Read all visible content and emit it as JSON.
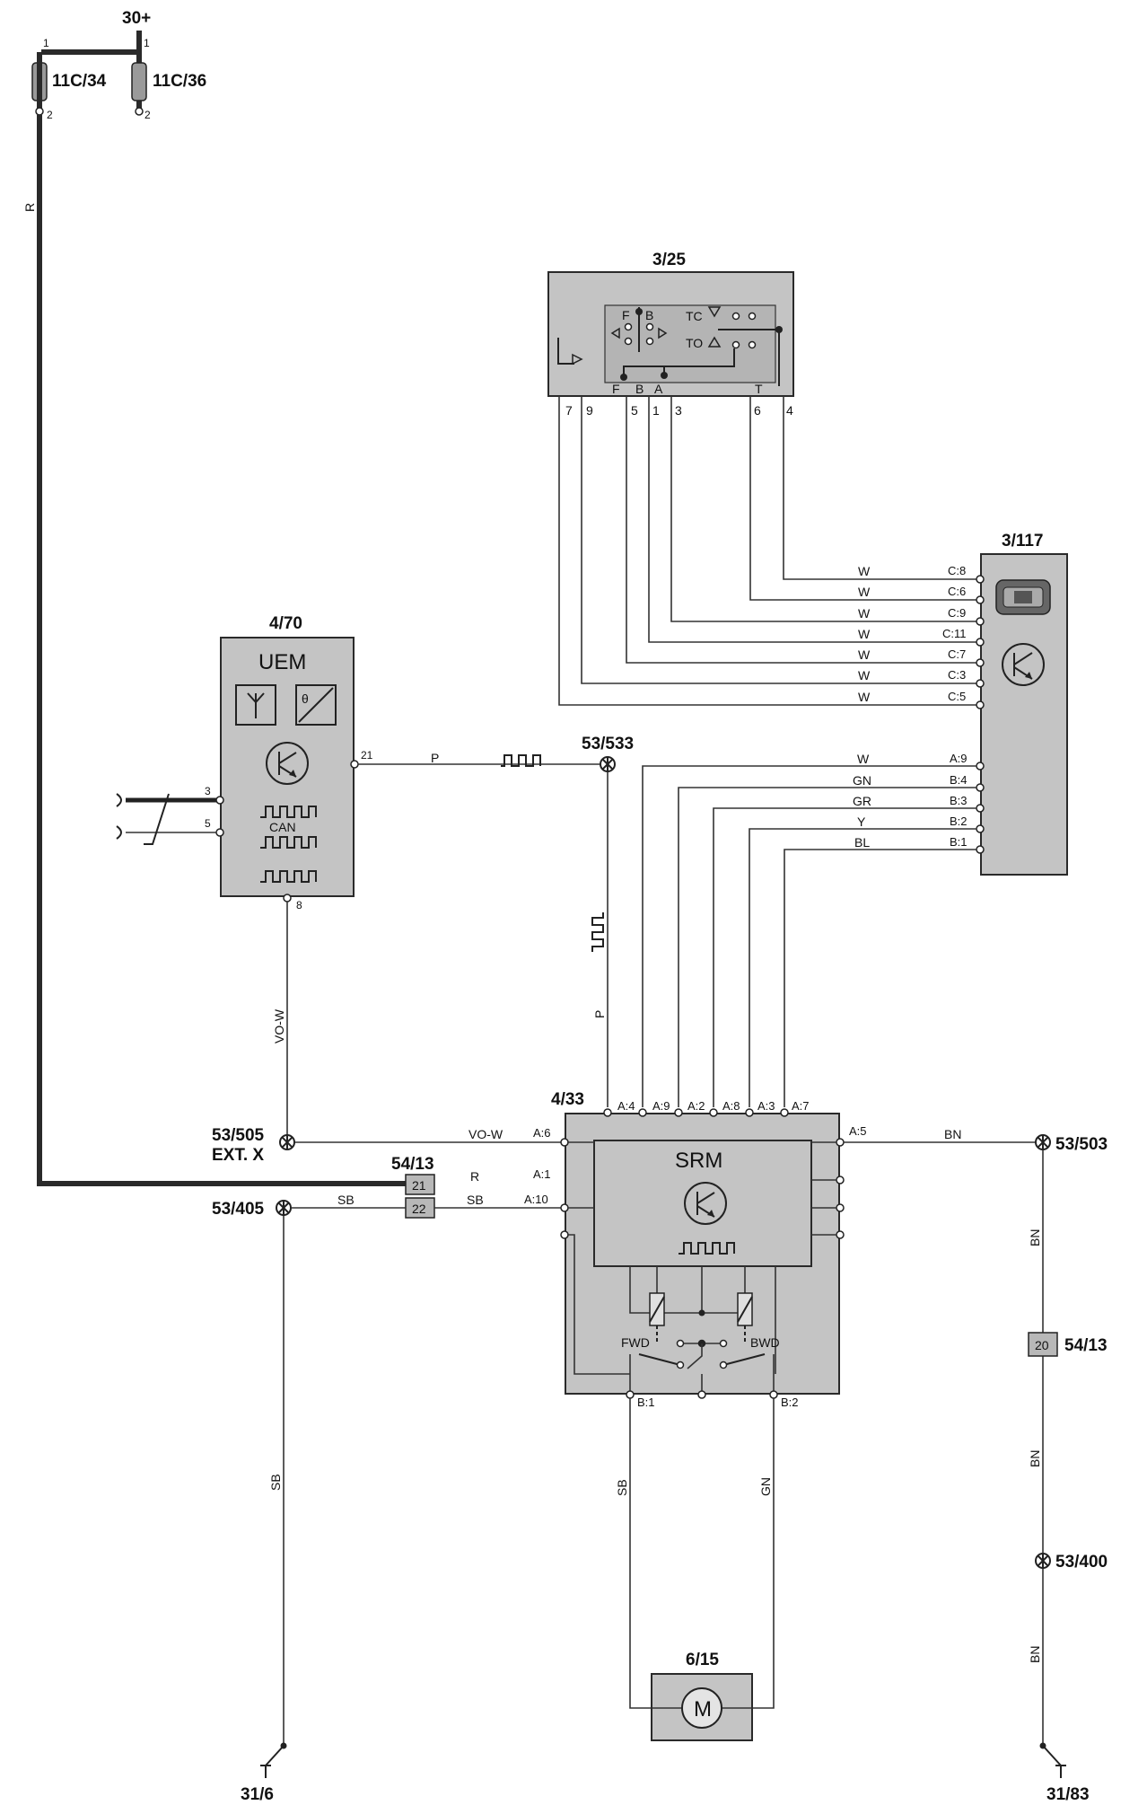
{
  "supply": {
    "label": "30+"
  },
  "fuses": [
    {
      "id": "11C/34",
      "pin_top": "1",
      "pin_bottom": "2"
    },
    {
      "id": "11C/36",
      "pin_top": "1",
      "pin_bottom": "2"
    }
  ],
  "switch_3_25": {
    "id": "3/25",
    "inner_labels": [
      "F",
      "B",
      "TC",
      "TO"
    ],
    "bottom_letters": [
      "F",
      "B",
      "A",
      "T"
    ],
    "pins": [
      "7",
      "9",
      "5",
      "1",
      "3",
      "6",
      "4"
    ]
  },
  "module_3_117": {
    "id": "3/117",
    "c_pins": [
      {
        "pin": "C:8",
        "color": "W"
      },
      {
        "pin": "C:6",
        "color": "W"
      },
      {
        "pin": "C:9",
        "color": "W"
      },
      {
        "pin": "C:11",
        "color": "W"
      },
      {
        "pin": "C:7",
        "color": "W"
      },
      {
        "pin": "C:3",
        "color": "W"
      },
      {
        "pin": "C:5",
        "color": "W"
      }
    ],
    "ab_pins": [
      {
        "pin": "A:9",
        "color": "W"
      },
      {
        "pin": "B:4",
        "color": "GN"
      },
      {
        "pin": "B:3",
        "color": "GR"
      },
      {
        "pin": "B:2",
        "color": "Y"
      },
      {
        "pin": "B:1",
        "color": "BL"
      }
    ]
  },
  "uem": {
    "id": "4/70",
    "title": "UEM",
    "can_label": "CAN",
    "pin_out": "21",
    "pin_can_high": "3",
    "pin_can_low": "5",
    "pin_bottom": "8"
  },
  "splices": {
    "s533": "53/533",
    "s505": "53/505",
    "s505_sub": "EXT. X",
    "s405": "53/405",
    "s503": "53/503",
    "s400": "53/400"
  },
  "srm": {
    "id": "4/33",
    "title": "SRM",
    "top_pins": [
      "A:4",
      "A:9",
      "A:2",
      "A:8",
      "A:3",
      "A:7"
    ],
    "pin_a6": "A:6",
    "pin_a1": "A:1",
    "pin_a10": "A:10",
    "pin_a5": "A:5",
    "pin_b1": "B:1",
    "pin_b2": "B:2",
    "fwd": "FWD",
    "bwd": "BWD"
  },
  "connector_54_13": {
    "id": "54/13",
    "pin_21": "21",
    "pin_22": "22",
    "pin_20": "20"
  },
  "motor": {
    "id": "6/15",
    "symbol": "M"
  },
  "grounds": {
    "left": "31/6",
    "right": "31/83"
  },
  "wire_colors": {
    "r": "R",
    "p": "P",
    "vo_w": "VO-W",
    "sb": "SB",
    "bn": "BN",
    "gn": "GN"
  }
}
